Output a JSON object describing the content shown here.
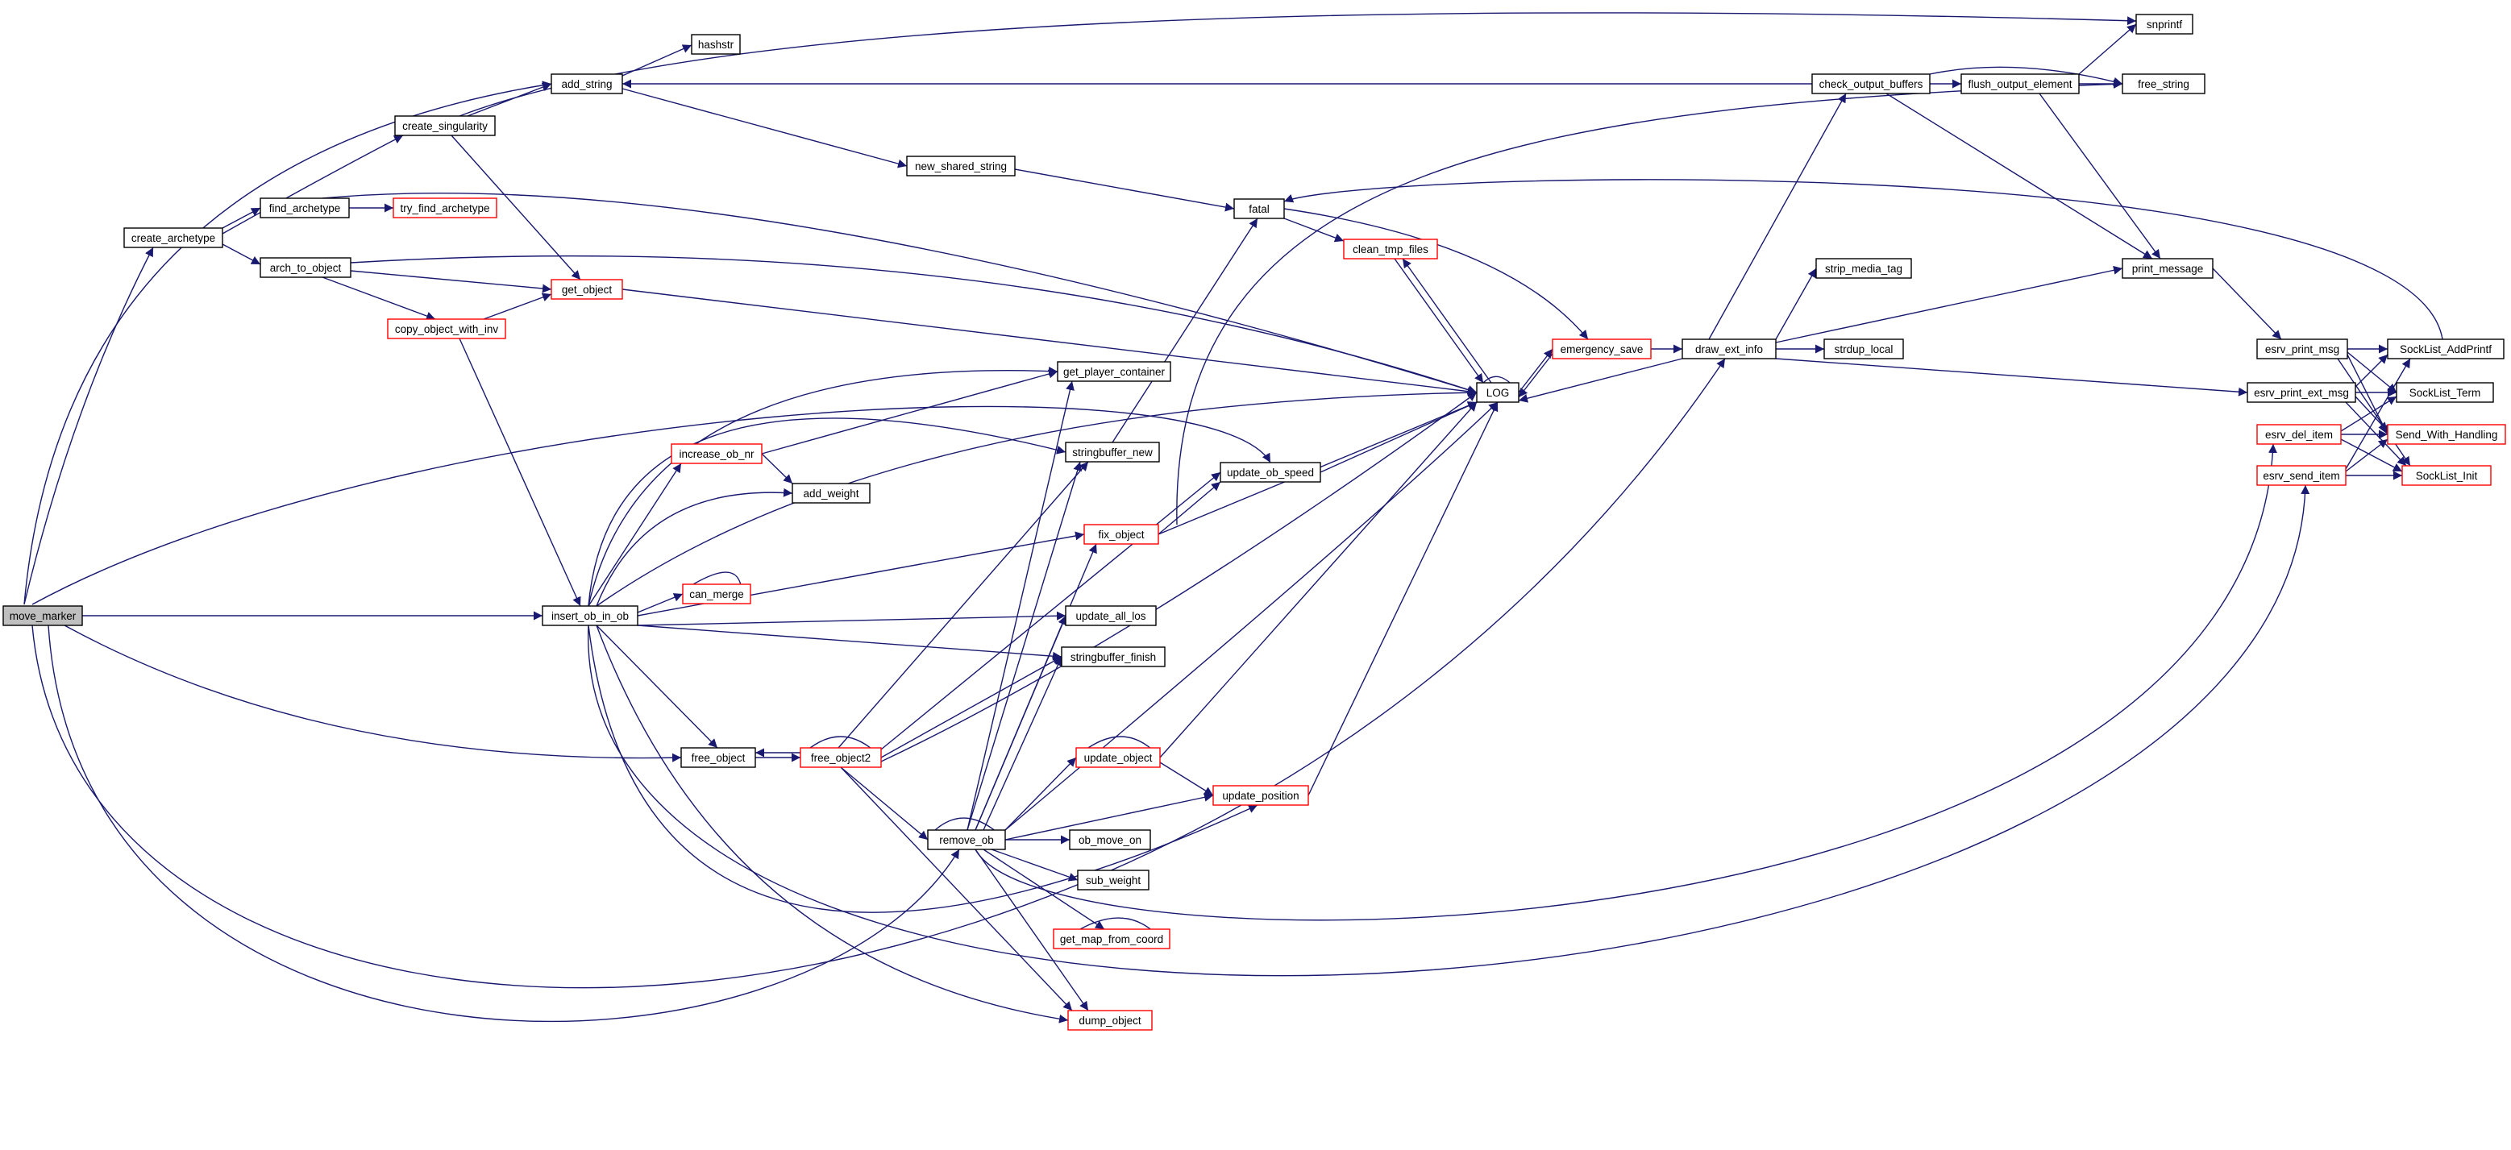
{
  "colors": {
    "edge": "#191970",
    "node_border_normal": "#000000",
    "node_border_truncated": "#ff0000",
    "node_fill_root": "#bfbfbf",
    "node_fill": "#ffffff"
  },
  "nodes": [
    {
      "id": "move_marker",
      "label": "move_marker",
      "kind": "root"
    },
    {
      "id": "create_archetype",
      "label": "create_archetype",
      "kind": "normal"
    },
    {
      "id": "create_singularity",
      "label": "create_singularity",
      "kind": "normal"
    },
    {
      "id": "add_string",
      "label": "add_string",
      "kind": "normal"
    },
    {
      "id": "hashstr",
      "label": "hashstr",
      "kind": "normal"
    },
    {
      "id": "find_archetype",
      "label": "find_archetype",
      "kind": "normal"
    },
    {
      "id": "try_find_archetype",
      "label": "try_find_archetype",
      "kind": "truncated"
    },
    {
      "id": "arch_to_object",
      "label": "arch_to_object",
      "kind": "normal"
    },
    {
      "id": "copy_object_with_inv",
      "label": "copy_object_with_inv",
      "kind": "truncated"
    },
    {
      "id": "get_object",
      "label": "get_object",
      "kind": "truncated"
    },
    {
      "id": "new_shared_string",
      "label": "new_shared_string",
      "kind": "normal"
    },
    {
      "id": "insert_ob_in_ob",
      "label": "insert_ob_in_ob",
      "kind": "normal"
    },
    {
      "id": "increase_ob_nr",
      "label": "increase_ob_nr",
      "kind": "truncated"
    },
    {
      "id": "add_weight",
      "label": "add_weight",
      "kind": "normal"
    },
    {
      "id": "can_merge",
      "label": "can_merge",
      "kind": "truncated"
    },
    {
      "id": "free_object",
      "label": "free_object",
      "kind": "normal"
    },
    {
      "id": "free_object2",
      "label": "free_object2",
      "kind": "truncated"
    },
    {
      "id": "remove_ob",
      "label": "remove_ob",
      "kind": "normal"
    },
    {
      "id": "get_player_container",
      "label": "get_player_container",
      "kind": "normal"
    },
    {
      "id": "stringbuffer_new",
      "label": "stringbuffer_new",
      "kind": "normal"
    },
    {
      "id": "update_ob_speed",
      "label": "update_ob_speed",
      "kind": "normal"
    },
    {
      "id": "fix_object",
      "label": "fix_object",
      "kind": "truncated"
    },
    {
      "id": "update_all_los",
      "label": "update_all_los",
      "kind": "normal"
    },
    {
      "id": "stringbuffer_finish",
      "label": "stringbuffer_finish",
      "kind": "normal"
    },
    {
      "id": "update_object",
      "label": "update_object",
      "kind": "truncated"
    },
    {
      "id": "update_position",
      "label": "update_position",
      "kind": "truncated"
    },
    {
      "id": "ob_move_on",
      "label": "ob_move_on",
      "kind": "normal"
    },
    {
      "id": "sub_weight",
      "label": "sub_weight",
      "kind": "normal"
    },
    {
      "id": "get_map_from_coord",
      "label": "get_map_from_coord",
      "kind": "truncated"
    },
    {
      "id": "dump_object",
      "label": "dump_object",
      "kind": "truncated"
    },
    {
      "id": "fatal",
      "label": "fatal",
      "kind": "normal"
    },
    {
      "id": "clean_tmp_files",
      "label": "clean_tmp_files",
      "kind": "truncated"
    },
    {
      "id": "LOG",
      "label": "LOG",
      "kind": "normal"
    },
    {
      "id": "emergency_save",
      "label": "emergency_save",
      "kind": "truncated"
    },
    {
      "id": "draw_ext_info",
      "label": "draw_ext_info",
      "kind": "normal"
    },
    {
      "id": "strip_media_tag",
      "label": "strip_media_tag",
      "kind": "normal"
    },
    {
      "id": "strdup_local",
      "label": "strdup_local",
      "kind": "normal"
    },
    {
      "id": "check_output_buffers",
      "label": "check_output_buffers",
      "kind": "normal"
    },
    {
      "id": "flush_output_element",
      "label": "flush_output_element",
      "kind": "normal"
    },
    {
      "id": "snprintf",
      "label": "snprintf",
      "kind": "normal"
    },
    {
      "id": "free_string",
      "label": "free_string",
      "kind": "normal"
    },
    {
      "id": "print_message",
      "label": "print_message",
      "kind": "normal"
    },
    {
      "id": "esrv_print_msg",
      "label": "esrv_print_msg",
      "kind": "normal"
    },
    {
      "id": "esrv_print_ext_msg",
      "label": "esrv_print_ext_msg",
      "kind": "normal"
    },
    {
      "id": "esrv_del_item",
      "label": "esrv_del_item",
      "kind": "truncated"
    },
    {
      "id": "esrv_send_item",
      "label": "esrv_send_item",
      "kind": "truncated"
    },
    {
      "id": "SockList_AddPrintf",
      "label": "SockList_AddPrintf",
      "kind": "normal"
    },
    {
      "id": "SockList_Term",
      "label": "SockList_Term",
      "kind": "normal"
    },
    {
      "id": "Send_With_Handling",
      "label": "Send_With_Handling",
      "kind": "truncated"
    },
    {
      "id": "SockList_Init",
      "label": "SockList_Init",
      "kind": "truncated"
    }
  ]
}
